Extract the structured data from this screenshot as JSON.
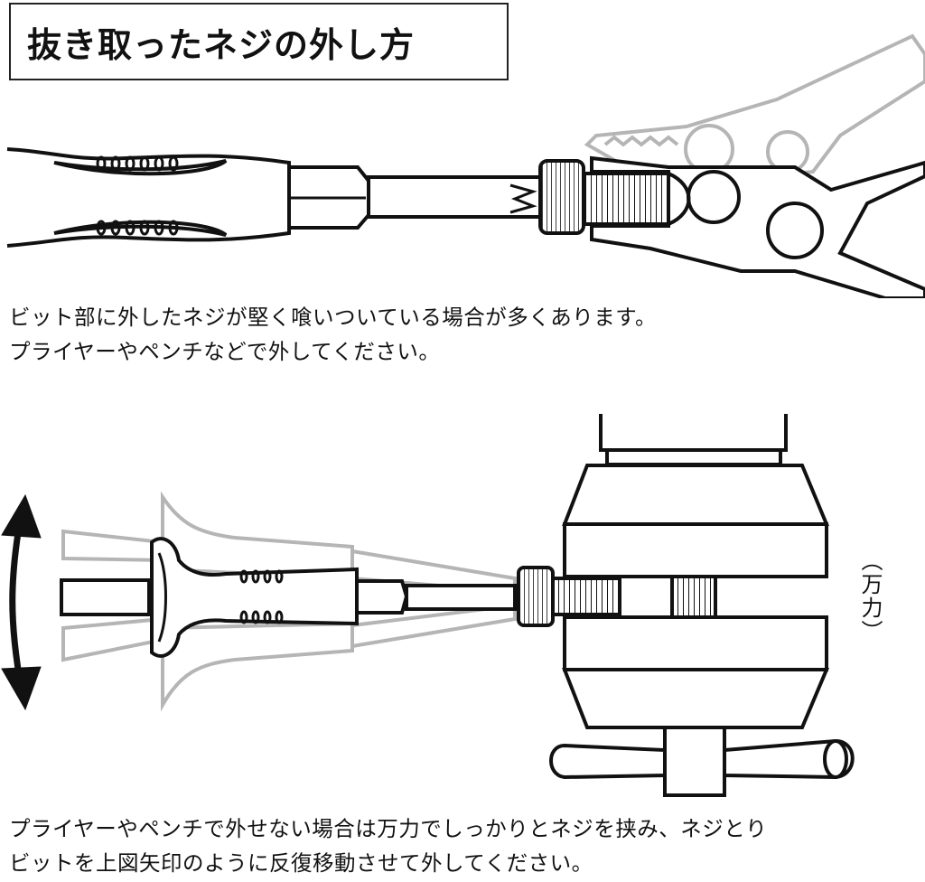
{
  "title": "抜き取ったネジの外し方",
  "caption1": [
    "ビット部に外したネジが堅く喰いついている場合が多くあります。",
    "プライヤーやペンチなどで外してください。"
  ],
  "caption2": [
    "プライヤーやペンチで外せない場合は万力でしっかりとネジを挟み、ネジとり",
    "ビットを上図矢印のように反復移動させて外してください。"
  ],
  "vise_label": "（万力）",
  "colors": {
    "ink": "#111111",
    "ghost": "#b5b5b5",
    "paper": "#ffffff"
  }
}
